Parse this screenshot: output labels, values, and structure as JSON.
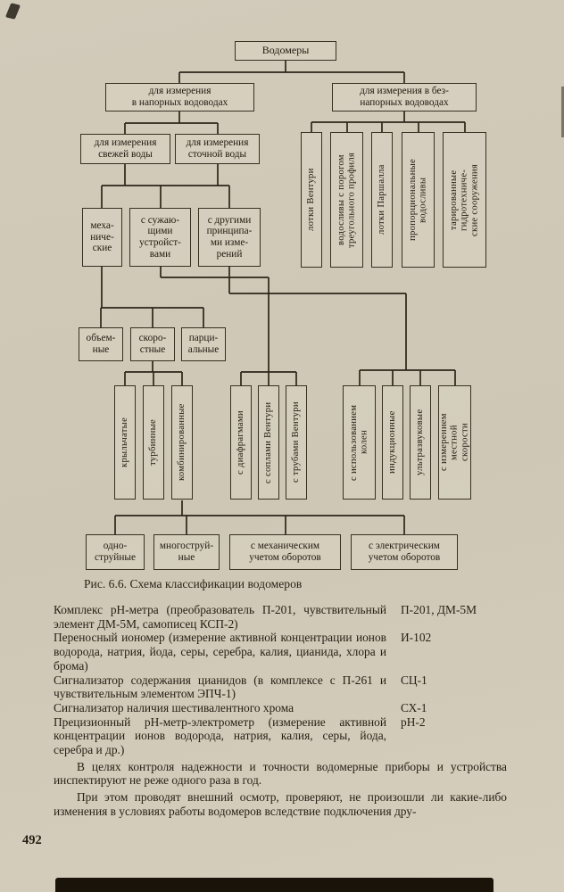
{
  "figure": {
    "caption": "Рис. 6.6. Схема классификации водомеров",
    "nodes": {
      "root": "Водомеры",
      "pressure": "для измерения\nв напорных водоводах",
      "nonpressure": "для измерения в без-\nнапорных водоводах",
      "fresh": "для измерения\nсвежей воды",
      "waste": "для измерения\nсточной воды",
      "mechanical": "меха-\nниче-\nские",
      "constriction": "с сужаю-\nщими\nустройст-\nвами",
      "other_principles": "с другими\nпринципа-\nми изме-\nрений",
      "venturi_flumes": "лотки Вентури",
      "triangular_weirs": "водосливы с порогом\nтреугольного профиля",
      "parshall_flumes": "лотки Паршалла",
      "proportional_weirs": "пропорциональные\nводосливы",
      "calibrated_structures": "тарированные\nгидротехниче-\nские сооружения",
      "volumetric": "объем-\nные",
      "velocity": "скоро-\nстные",
      "partial": "парци-\nальные",
      "vane": "крыльчатые",
      "turbine": "турбинные",
      "combined": "комбинированные",
      "diaphragm": "с диафрагмами",
      "venturi_nozzles": "с соплами Вентури",
      "venturi_tubes": "с трубами Вентури",
      "elbow": "с использованием\nколен",
      "induction": "индукционные",
      "ultrasonic": "ультразвуковые",
      "local_velocity": "с измерением\nместной\nскорости",
      "single_jet": "одно-\nструйные",
      "multi_jet": "многоструй-\nные",
      "mechanical_counter": "с механическим\nучетом оборотов",
      "electric_counter": "с электрическим\nучетом оборотов"
    }
  },
  "equipment_list": [
    {
      "description": "Комплекс рН-метра (преобразователь П-201, чувствительный элемент ДМ-5М, самописец КСП-2)",
      "model": "П-201, ДМ-5М"
    },
    {
      "description": "Переносный иономер (измерение активной концентрации ионов водорода, натрия, йода, серы, серебра, калия, цианида, хлора и брома)",
      "model": "И-102"
    },
    {
      "description": "Сигнализатор содержания цианидов (в комплексе с П-261 и чувствительным элементом ЭПЧ-1)",
      "model": "СЦ-1"
    },
    {
      "description": "Сигнализатор наличия шестивалентного хрома",
      "model": "СХ-1"
    },
    {
      "description": "Прецизионный рН-метр-электрометр (измерение активной концентрации ионов водорода, натрия, калия, серы, йода, серебра и др.)",
      "model": "рН-2"
    }
  ],
  "paragraphs": [
    "В целях контроля надежности и точности водомерные приборы и устройства инспектируют не реже одного раза в год.",
    "При этом проводят внешний осмотр, проверяют, не произошли ли какие-либо изменения в условиях работы водомеров вследствие подключения дру-"
  ],
  "page_number": "492"
}
